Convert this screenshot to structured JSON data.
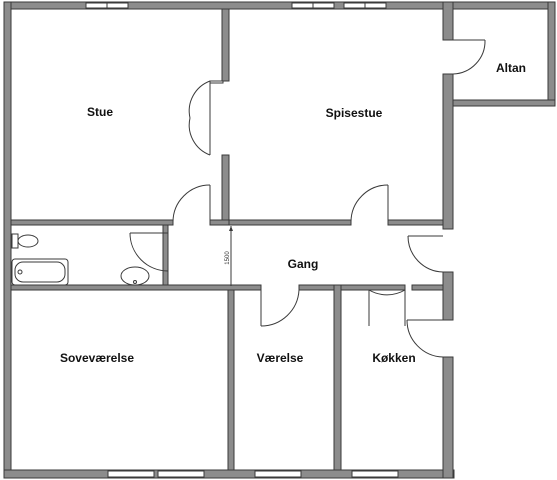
{
  "rooms": {
    "stue": "Stue",
    "spisestue": "Spisestue",
    "altan": "Altan",
    "gang": "Gang",
    "sovevaerelse": "Soveværelse",
    "vaerelse": "Værelse",
    "kokken": "Køkken"
  },
  "dimension": {
    "value": "1500"
  }
}
